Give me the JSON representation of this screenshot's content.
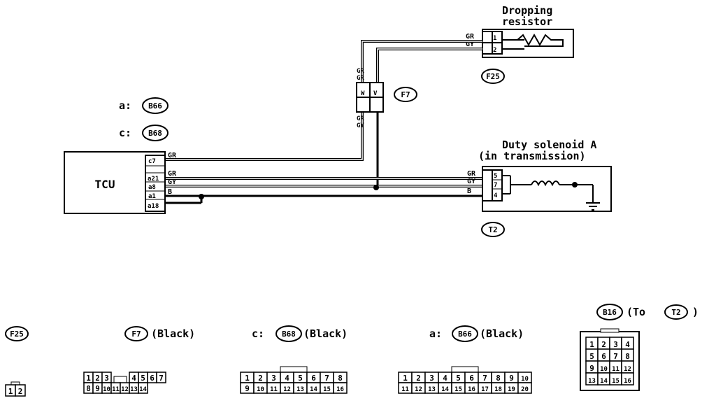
{
  "components": {
    "dropping_resistor": [
      "Dropping",
      "resistor"
    ],
    "duty_solenoid": [
      "Duty solenoid A",
      "(in transmission)"
    ],
    "tcu": "TCU"
  },
  "connectors": {
    "f25": "F25",
    "f7": "F7",
    "t2": "T2",
    "b66": "B66",
    "b68": "B68",
    "b16": "B16"
  },
  "markers": {
    "a": "a:",
    "c": "c:"
  },
  "wires": {
    "gr": "GR",
    "gy": "GY",
    "b": "B",
    "f7_top": [
      "GR",
      "GR"
    ],
    "f7_bot": [
      "GR",
      "GY"
    ]
  },
  "tcu_pins": [
    "c7",
    "a21",
    "a8",
    "a1",
    "a18"
  ],
  "pins": {
    "f7_center": [
      "W",
      "V"
    ],
    "f25": [
      "1",
      "2"
    ],
    "t2": [
      "5",
      "7",
      "4"
    ]
  },
  "legend": {
    "to": "(To",
    "close_paren": ")",
    "black": "(Black)",
    "c_prefix": "c:",
    "a_prefix": "a:",
    "f25_pins": [
      "1",
      "2"
    ],
    "f7_pins": [
      "1",
      "2",
      "3",
      "4",
      "5",
      "6",
      "7",
      "8",
      "9",
      "10",
      "11",
      "12",
      "13",
      "14"
    ],
    "b68_pins": [
      "1",
      "2",
      "3",
      "4",
      "5",
      "6",
      "7",
      "8",
      "9",
      "10",
      "11",
      "12",
      "13",
      "14",
      "15",
      "16"
    ],
    "b66_pins": [
      "1",
      "2",
      "3",
      "4",
      "5",
      "6",
      "7",
      "8",
      "9",
      "10",
      "11",
      "12",
      "13",
      "14",
      "15",
      "16",
      "17",
      "18",
      "19",
      "20"
    ],
    "b16_pins": [
      "1",
      "2",
      "3",
      "4",
      "5",
      "6",
      "7",
      "8",
      "9",
      "10",
      "11",
      "12",
      "13",
      "14",
      "15",
      "16"
    ]
  }
}
